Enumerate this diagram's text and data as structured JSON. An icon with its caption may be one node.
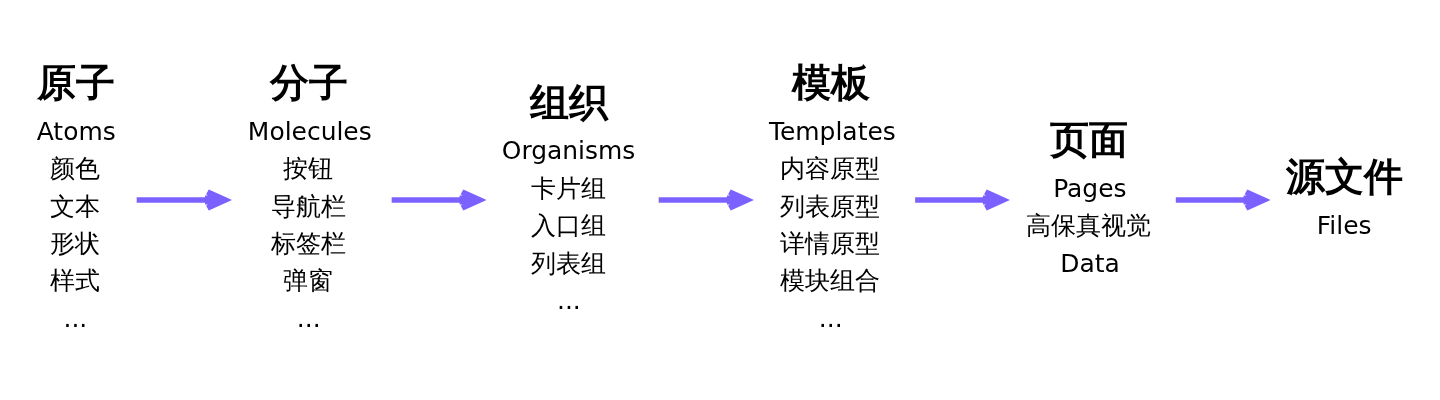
{
  "diagram": {
    "nodes": [
      {
        "text": [
          "原子",
          "Atoms",
          "颜色",
          "文本",
          "形状",
          "样式",
          "..."
        ]
      },
      {
        "text": [
          "分子",
          "Molecules",
          "按钮",
          "导航栏",
          "标签栏",
          "弹窗",
          "..."
        ]
      },
      {
        "text": [
          "组织",
          "Organisms",
          "卡片组",
          "入口组",
          "列表组",
          "..."
        ]
      },
      {
        "text": [
          "模板",
          "Templates",
          "内容原型",
          "列表原型",
          "详情原型",
          "模块组合",
          "..."
        ]
      },
      {
        "text": [
          "页面",
          "Pages",
          "高保真视觉",
          "Data"
        ]
      },
      {
        "text": [
          "源文件",
          "Files"
        ]
      }
    ],
    "edges": [
      {
        "from": 0,
        "to": 1,
        "arrow": "to"
      },
      {
        "from": 1,
        "to": 2,
        "arrow": "to"
      },
      {
        "from": 2,
        "to": 3,
        "arrow": "to"
      },
      {
        "from": 3,
        "to": 4,
        "arrow": "to"
      },
      {
        "from": 4,
        "to": 5,
        "arrow": "to"
      }
    ]
  }
}
